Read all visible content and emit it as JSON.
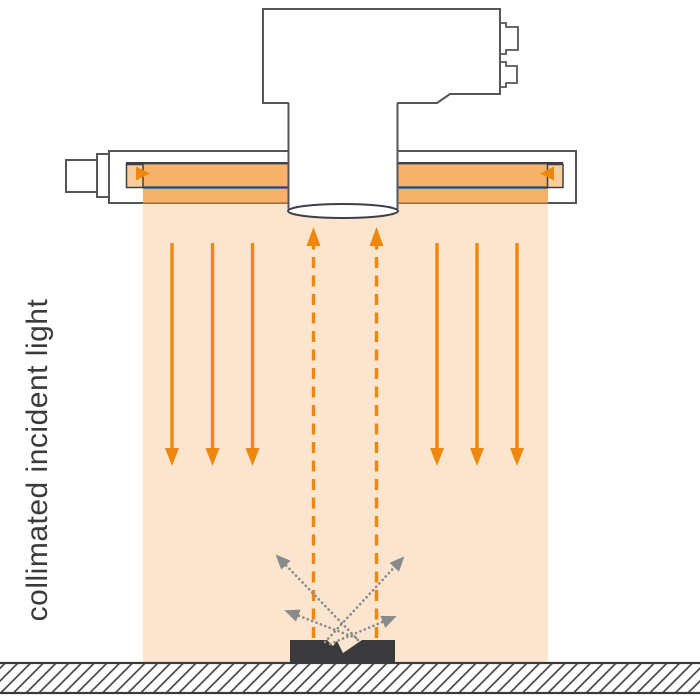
{
  "diagram": {
    "label": "collimated incident light",
    "arrows": {
      "incident_down_solid_count": 6,
      "reflected_up_dashed_count": 2,
      "scattered_dotted_count": 4
    }
  },
  "colors": {
    "accent_orange": "#F0870D",
    "bar_orange": "#F6B269",
    "bar_light": "#F9CE9D",
    "beam_fill": "#FCE5CE",
    "outline": "#55565A",
    "dark_line": "#3E3E48",
    "dark": "#3A3A3C",
    "scatter_gray": "#8A8A8A",
    "bar_bottom_edge": "#B07A3C",
    "page_bg": "#FFFFFF"
  }
}
